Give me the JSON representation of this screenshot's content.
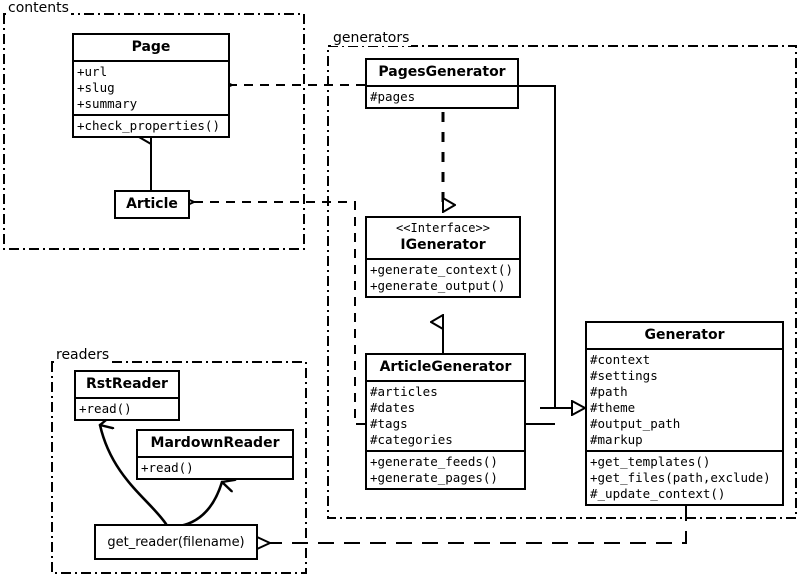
{
  "diagram": {
    "title": "UML class diagram",
    "stroke_color": "#000000",
    "background": "#ffffff"
  },
  "packages": [
    {
      "id": "contents",
      "label": "contents"
    },
    {
      "id": "generators",
      "label": "generators"
    },
    {
      "id": "readers",
      "label": "readers"
    }
  ],
  "classes": {
    "page": {
      "name": "Page",
      "attributes": [
        "+url",
        "+slug",
        "+summary"
      ],
      "operations": [
        "+check_properties()"
      ]
    },
    "article": {
      "name": "Article",
      "attributes": [],
      "operations": []
    },
    "pages_generator": {
      "name": "PagesGenerator",
      "attributes": [
        "#pages"
      ],
      "operations": []
    },
    "igenerator": {
      "stereotype": "<<Interface>>",
      "name": "IGenerator",
      "attributes": [],
      "operations": [
        "+generate_context()",
        "+generate_output()"
      ]
    },
    "article_generator": {
      "name": "ArticleGenerator",
      "attributes": [
        "#articles",
        "#dates",
        "#tags",
        "#categories"
      ],
      "operations": [
        "+generate_feeds()",
        "+generate_pages()"
      ]
    },
    "generator": {
      "name": "Generator",
      "attributes": [
        "#context",
        "#settings",
        "#path",
        "#theme",
        "#output_path",
        "#markup"
      ],
      "operations": [
        "+get_templates()",
        "+get_files(path,exclude)",
        "#_update_context()"
      ]
    },
    "rst_reader": {
      "name": "RstReader",
      "attributes": [],
      "operations": [
        "+read()"
      ]
    },
    "mardown_reader": {
      "name": "MardownReader",
      "attributes": [],
      "operations": [
        "+read()"
      ]
    },
    "get_reader": {
      "name": "get_reader(filename)"
    }
  },
  "relationships": [
    {
      "id": "article-inherits-page",
      "type": "generalization",
      "from": "Article",
      "to": "Page"
    },
    {
      "id": "pagesgenerator-uses-page",
      "type": "dependency",
      "from": "PagesGenerator",
      "to": "Page"
    },
    {
      "id": "articlegenerator-uses-article",
      "type": "dependency",
      "from": "ArticleGenerator",
      "to": "Article"
    },
    {
      "id": "pagesgenerator-realizes-igenerator",
      "type": "realization",
      "from": "PagesGenerator",
      "to": "IGenerator"
    },
    {
      "id": "articlegenerator-realizes-igenerator",
      "type": "generalization",
      "from": "ArticleGenerator",
      "to": "IGenerator"
    },
    {
      "id": "pagesgenerator-inherits-generator",
      "type": "generalization",
      "from": "PagesGenerator",
      "to": "Generator"
    },
    {
      "id": "articlegenerator-inherits-generator",
      "type": "generalization",
      "from": "ArticleGenerator",
      "to": "Generator"
    },
    {
      "id": "generator-uses-getreader",
      "type": "dependency",
      "from": "Generator",
      "to": "get_reader(filename)"
    },
    {
      "id": "getreader-creates-rstreader",
      "type": "association",
      "from": "get_reader(filename)",
      "to": "RstReader"
    },
    {
      "id": "getreader-creates-mardownreader",
      "type": "association",
      "from": "get_reader(filename)",
      "to": "MardownReader"
    }
  ]
}
